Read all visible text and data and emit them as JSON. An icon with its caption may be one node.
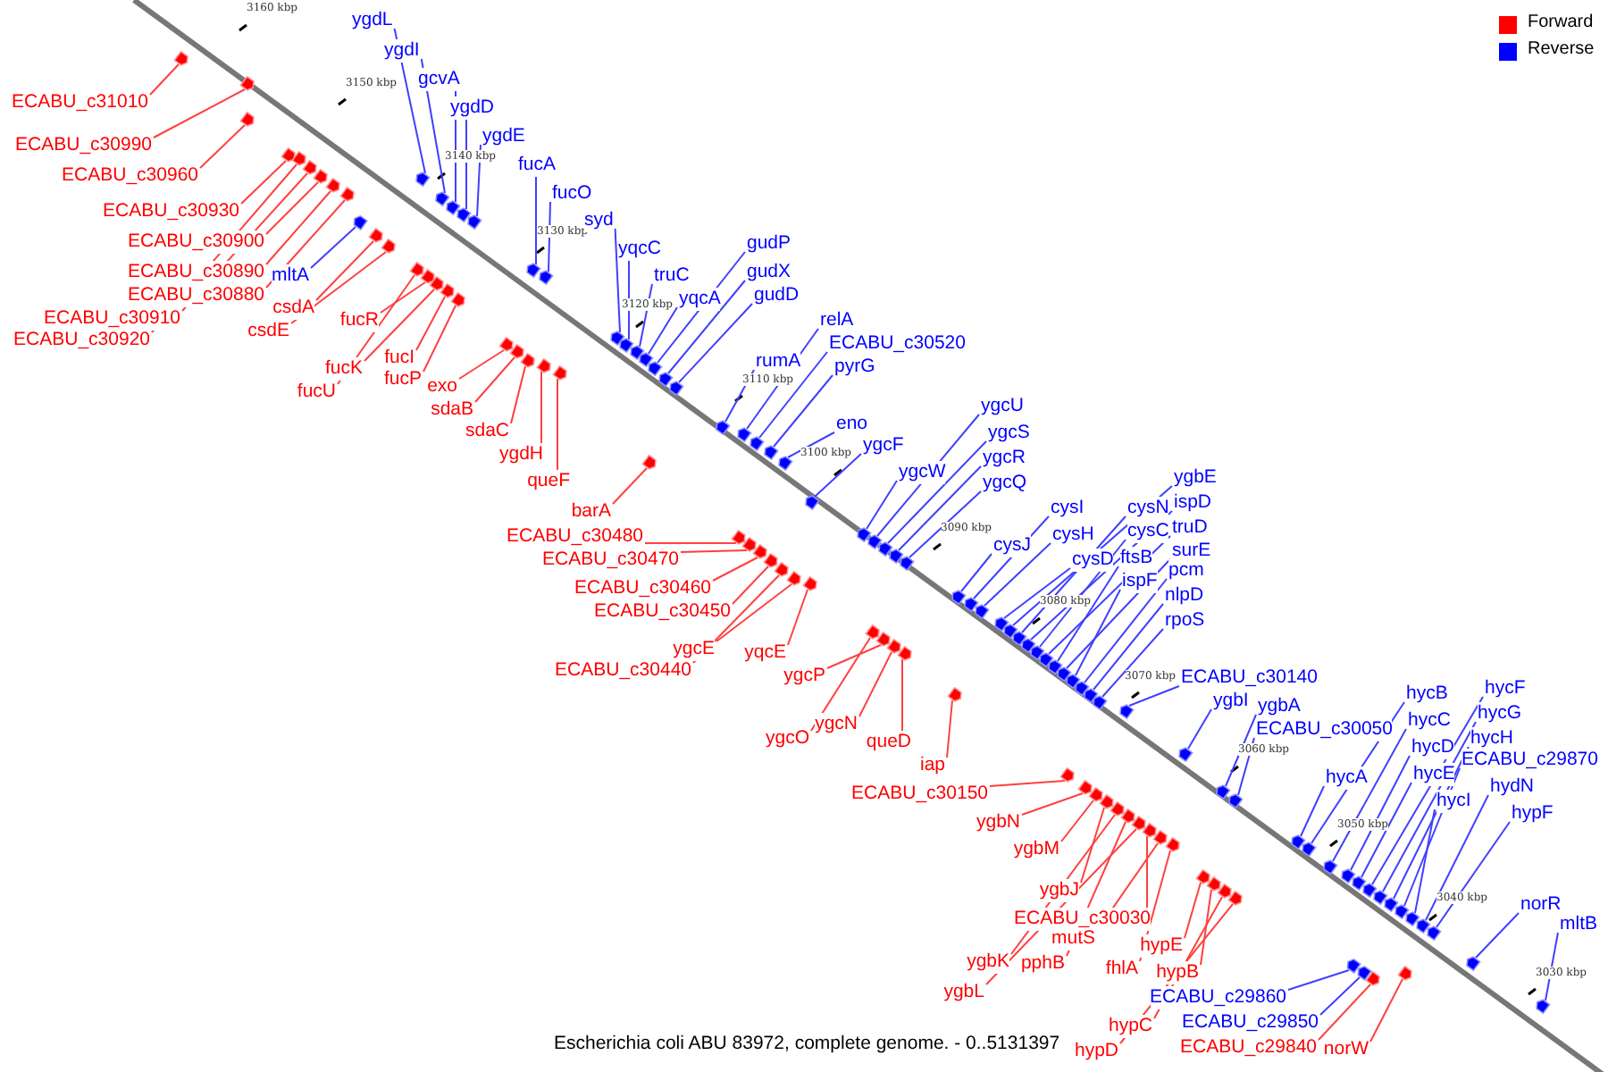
{
  "diagram": {
    "caption": "Escherichia coli ABU 83972, complete genome. - 0..5131397",
    "nodes": [
      {
        "text": [
          "ECABU_c31010"
        ]
      },
      {
        "text": [
          "ECABU_c30990"
        ]
      },
      {
        "text": [
          "ECABU_c30960"
        ]
      },
      {
        "text": [
          "ECABU_c30930"
        ]
      },
      {
        "text": [
          "ECABU_c30900"
        ]
      },
      {
        "text": [
          "ECABU_c30890"
        ]
      },
      {
        "text": [
          "ECABU_c30880"
        ]
      },
      {
        "text": [
          "ECABU_c30910"
        ]
      },
      {
        "text": [
          "ECABU_c30920"
        ]
      },
      {
        "text": [
          "mltA"
        ]
      },
      {
        "text": [
          "csdA"
        ]
      },
      {
        "text": [
          "csdE"
        ]
      },
      {
        "text": [
          "fucR"
        ]
      },
      {
        "text": [
          "fucK"
        ]
      },
      {
        "text": [
          "fucI"
        ]
      },
      {
        "text": [
          "fucP"
        ]
      },
      {
        "text": [
          "fucU"
        ]
      },
      {
        "text": [
          "exo"
        ]
      },
      {
        "text": [
          "sdaB"
        ]
      },
      {
        "text": [
          "sdaC"
        ]
      },
      {
        "text": [
          "ygdH"
        ]
      },
      {
        "text": [
          "queF"
        ]
      },
      {
        "text": [
          "barA"
        ]
      },
      {
        "text": [
          "ECABU_c30480"
        ]
      },
      {
        "text": [
          "ECABU_c30470"
        ]
      },
      {
        "text": [
          "ECABU_c30460"
        ]
      },
      {
        "text": [
          "ECABU_c30450"
        ]
      },
      {
        "text": [
          "ECABU_c30440"
        ]
      },
      {
        "text": [
          "ygcE"
        ]
      },
      {
        "text": [
          "yqcE"
        ]
      },
      {
        "text": [
          "ygcP"
        ]
      },
      {
        "text": [
          "ygcO"
        ]
      },
      {
        "text": [
          "ygcN"
        ]
      },
      {
        "text": [
          "queD"
        ]
      },
      {
        "text": [
          "iap"
        ]
      },
      {
        "text": [
          "ECABU_c30150"
        ]
      },
      {
        "text": [
          "ygbN"
        ]
      },
      {
        "text": [
          "ygbM"
        ]
      },
      {
        "text": [
          "ygbJ"
        ]
      },
      {
        "text": [
          "ECABU_c30030"
        ]
      },
      {
        "text": [
          "mutS"
        ]
      },
      {
        "text": [
          "pphB"
        ]
      },
      {
        "text": [
          "ygbK"
        ]
      },
      {
        "text": [
          "ygbL"
        ]
      },
      {
        "text": [
          "fhlA"
        ]
      },
      {
        "text": [
          "hypE"
        ]
      },
      {
        "text": [
          "hypB"
        ]
      },
      {
        "text": [
          "hypC"
        ]
      },
      {
        "text": [
          "hypD"
        ]
      },
      {
        "text": [
          "ECABU_c29860"
        ]
      },
      {
        "text": [
          "ECABU_c29850"
        ]
      },
      {
        "text": [
          "ECABU_c29840"
        ]
      },
      {
        "text": [
          "norW"
        ]
      },
      {
        "text": [
          "ygdL"
        ]
      },
      {
        "text": [
          "ygdI"
        ]
      },
      {
        "text": [
          "gcvA"
        ]
      },
      {
        "text": [
          "ygdD"
        ]
      },
      {
        "text": [
          "ygdE"
        ]
      },
      {
        "text": [
          "fucA"
        ]
      },
      {
        "text": [
          "fucO"
        ]
      },
      {
        "text": [
          "syd"
        ]
      },
      {
        "text": [
          "yqcC"
        ]
      },
      {
        "text": [
          "truC"
        ]
      },
      {
        "text": [
          "yqcA"
        ]
      },
      {
        "text": [
          "gudP"
        ]
      },
      {
        "text": [
          "gudX"
        ]
      },
      {
        "text": [
          "gudD"
        ]
      },
      {
        "text": [
          "rumA"
        ]
      },
      {
        "text": [
          "relA"
        ]
      },
      {
        "text": [
          "ECABU_c30520"
        ]
      },
      {
        "text": [
          "pyrG"
        ]
      },
      {
        "text": [
          "eno"
        ]
      },
      {
        "text": [
          "ygcF"
        ]
      },
      {
        "text": [
          "ygcW"
        ]
      },
      {
        "text": [
          "ygcU"
        ]
      },
      {
        "text": [
          "ygcS"
        ]
      },
      {
        "text": [
          "ygcR"
        ]
      },
      {
        "text": [
          "ygcQ"
        ]
      },
      {
        "text": [
          "cysI"
        ]
      },
      {
        "text": [
          "cysH"
        ]
      },
      {
        "text": [
          "cysJ"
        ]
      },
      {
        "text": [
          "cysD"
        ]
      },
      {
        "text": [
          "ygbE"
        ]
      },
      {
        "text": [
          "cysN"
        ]
      },
      {
        "text": [
          "ispD"
        ]
      },
      {
        "text": [
          "cysC"
        ]
      },
      {
        "text": [
          "truD"
        ]
      },
      {
        "text": [
          "ftsB"
        ]
      },
      {
        "text": [
          "surE"
        ]
      },
      {
        "text": [
          "ispF"
        ]
      },
      {
        "text": [
          "pcm"
        ]
      },
      {
        "text": [
          "nlpD"
        ]
      },
      {
        "text": [
          "rpoS"
        ]
      },
      {
        "text": [
          "ECABU_c30140"
        ]
      },
      {
        "text": [
          "ygbI"
        ]
      },
      {
        "text": [
          "ygbA"
        ]
      },
      {
        "text": [
          "ECABU_c30050"
        ]
      },
      {
        "text": [
          "hycA"
        ]
      },
      {
        "text": [
          "hycB"
        ]
      },
      {
        "text": [
          "hycC"
        ]
      },
      {
        "text": [
          "hycD"
        ]
      },
      {
        "text": [
          "hycE"
        ]
      },
      {
        "text": [
          "hycF"
        ]
      },
      {
        "text": [
          "hycG"
        ]
      },
      {
        "text": [
          "hycH"
        ]
      },
      {
        "text": [
          "ECABU_c29870"
        ]
      },
      {
        "text": [
          "hycI"
        ]
      },
      {
        "text": [
          "hydN"
        ]
      },
      {
        "text": [
          "hypF"
        ]
      },
      {
        "text": [
          "norR"
        ]
      },
      {
        "text": [
          "mltB"
        ]
      },
      {
        "text": [],
        "shape": "box"
      },
      {
        "text": [],
        "shape": "box"
      },
      {
        "text": [],
        "shape": "box"
      },
      {
        "text": [],
        "shape": "box"
      },
      {
        "text": [],
        "shape": "box"
      },
      {
        "text": [],
        "shape": "box"
      },
      {
        "text": [],
        "shape": "box"
      },
      {
        "text": [],
        "shape": "box"
      },
      {
        "text": [],
        "shape": "box"
      },
      {
        "text": [],
        "shape": "box"
      },
      {
        "text": [],
        "shape": "box"
      },
      {
        "text": [],
        "shape": "box"
      },
      {
        "text": [],
        "shape": "box"
      },
      {
        "text": [],
        "shape": "box"
      },
      {
        "text": [],
        "shape": "box"
      },
      {
        "text": [],
        "shape": "box"
      },
      {
        "text": [],
        "shape": "box"
      },
      {
        "text": [],
        "shape": "box"
      },
      {
        "text": [],
        "shape": "box"
      },
      {
        "text": [],
        "shape": "box"
      },
      {
        "text": [],
        "shape": "box"
      },
      {
        "text": [],
        "shape": "box"
      },
      {
        "text": [],
        "shape": "box"
      },
      {
        "text": [],
        "shape": "box"
      },
      {
        "text": [],
        "shape": "box"
      },
      {
        "text": [],
        "shape": "box"
      },
      {
        "text": [],
        "shape": "box"
      },
      {
        "text": [],
        "shape": "box"
      },
      {
        "text": [],
        "shape": "box"
      },
      {
        "text": [],
        "shape": "box"
      },
      {
        "text": [],
        "shape": "box"
      },
      {
        "text": [],
        "shape": "box"
      },
      {
        "text": [],
        "shape": "box"
      },
      {
        "text": [],
        "shape": "box"
      },
      {
        "text": [],
        "shape": "box"
      },
      {
        "text": [],
        "shape": "box"
      },
      {
        "text": [],
        "shape": "box"
      },
      {
        "text": [],
        "shape": "box"
      },
      {
        "text": [],
        "shape": "box"
      },
      {
        "text": [],
        "shape": "box"
      },
      {
        "text": [],
        "shape": "box"
      },
      {
        "text": [],
        "shape": "box"
      },
      {
        "text": [],
        "shape": "box"
      },
      {
        "text": [],
        "shape": "box"
      },
      {
        "text": [],
        "shape": "box"
      },
      {
        "text": [],
        "shape": "box"
      },
      {
        "text": [],
        "shape": "box"
      },
      {
        "text": [],
        "shape": "box"
      },
      {
        "text": [],
        "shape": "box"
      },
      {
        "text": [],
        "shape": "box"
      },
      {
        "text": [],
        "shape": "box"
      },
      {
        "text": [],
        "shape": "box"
      },
      {
        "text": [],
        "shape": "box"
      },
      {
        "text": [],
        "shape": "box"
      },
      {
        "text": [],
        "shape": "box"
      },
      {
        "text": [],
        "shape": "box"
      },
      {
        "text": [],
        "shape": "box"
      },
      {
        "text": [],
        "shape": "box"
      },
      {
        "text": [],
        "shape": "box"
      },
      {
        "text": [],
        "shape": "box"
      },
      {
        "text": [],
        "shape": "box"
      },
      {
        "text": [],
        "shape": "box"
      },
      {
        "text": [],
        "shape": "box"
      },
      {
        "text": [],
        "shape": "box"
      },
      {
        "text": [],
        "shape": "box"
      },
      {
        "text": [],
        "shape": "box"
      },
      {
        "text": [],
        "shape": "box"
      },
      {
        "text": [],
        "shape": "box"
      },
      {
        "text": [],
        "shape": "box"
      },
      {
        "text": [],
        "shape": "box"
      },
      {
        "text": [],
        "shape": "box"
      },
      {
        "text": [],
        "shape": "box"
      },
      {
        "text": [],
        "shape": "box"
      },
      {
        "text": [],
        "shape": "box"
      },
      {
        "text": [],
        "shape": "box"
      },
      {
        "text": [],
        "shape": "box"
      },
      {
        "text": [],
        "shape": "box"
      },
      {
        "text": [],
        "shape": "box"
      },
      {
        "text": [],
        "shape": "box"
      },
      {
        "text": [],
        "shape": "box"
      },
      {
        "text": [],
        "shape": "box"
      },
      {
        "text": [],
        "shape": "box"
      },
      {
        "text": [],
        "shape": "box"
      },
      {
        "text": [],
        "shape": "box"
      },
      {
        "text": [],
        "shape": "box"
      },
      {
        "text": [],
        "shape": "box"
      },
      {
        "text": [],
        "shape": "box"
      },
      {
        "text": [],
        "shape": "box"
      },
      {
        "text": [],
        "shape": "box"
      },
      {
        "text": [],
        "shape": "box"
      },
      {
        "text": [],
        "shape": "box"
      },
      {
        "text": [],
        "shape": "box"
      },
      {
        "text": [],
        "shape": "box"
      },
      {
        "text": [],
        "shape": "box"
      },
      {
        "text": [],
        "shape": "box"
      },
      {
        "text": [],
        "shape": "box"
      },
      {
        "text": [],
        "shape": "box"
      },
      {
        "text": [],
        "shape": "box"
      },
      {
        "text": [],
        "shape": "box"
      },
      {
        "text": [],
        "shape": "box"
      },
      {
        "text": [],
        "shape": "box"
      },
      {
        "text": [],
        "shape": "box"
      },
      {
        "text": [],
        "shape": "box"
      },
      {
        "text": [],
        "shape": "box"
      },
      {
        "text": [],
        "shape": "box"
      },
      {
        "text": [],
        "shape": "box"
      },
      {
        "text": [],
        "shape": "box"
      },
      {
        "text": [],
        "shape": "box"
      },
      {
        "text": [],
        "shape": "box"
      },
      {
        "text": [],
        "shape": "box"
      },
      {
        "text": [],
        "shape": "box"
      }
    ],
    "edges": [
      {
        "from": 0,
        "to": 111,
        "arrow": "none",
        "color": "#ff4040"
      },
      {
        "from": 1,
        "to": 112,
        "arrow": "none",
        "color": "#ff4040"
      },
      {
        "from": 2,
        "to": 113,
        "arrow": "none",
        "color": "#ff4040"
      },
      {
        "from": 3,
        "to": 114,
        "arrow": "none",
        "color": "#ff4040"
      },
      {
        "from": 4,
        "to": 115,
        "arrow": "none",
        "color": "#ff4040"
      },
      {
        "from": 5,
        "to": 116,
        "arrow": "none",
        "color": "#ff4040"
      },
      {
        "from": 6,
        "to": 117,
        "arrow": "none",
        "color": "#ff4040"
      },
      {
        "from": 7,
        "to": 118,
        "arrow": "none",
        "color": "#ff4040"
      },
      {
        "from": 8,
        "to": 119,
        "arrow": "none",
        "color": "#ff4040"
      },
      {
        "from": 9,
        "to": 120,
        "arrow": "none",
        "color": "#4040ff"
      },
      {
        "from": 10,
        "to": 121,
        "arrow": "none",
        "color": "#ff4040"
      },
      {
        "from": 11,
        "to": 122,
        "arrow": "none",
        "color": "#ff4040"
      },
      {
        "from": 12,
        "to": 123,
        "arrow": "none",
        "color": "#ff4040"
      },
      {
        "from": 13,
        "to": 124,
        "arrow": "none",
        "color": "#ff4040"
      },
      {
        "from": 14,
        "to": 125,
        "arrow": "none",
        "color": "#ff4040"
      },
      {
        "from": 15,
        "to": 126,
        "arrow": "none",
        "color": "#ff4040"
      },
      {
        "from": 16,
        "to": 127,
        "arrow": "none",
        "color": "#ff4040"
      },
      {
        "from": 17,
        "to": 128,
        "arrow": "none",
        "color": "#ff4040"
      },
      {
        "from": 18,
        "to": 129,
        "arrow": "none",
        "color": "#ff4040"
      },
      {
        "from": 19,
        "to": 130,
        "arrow": "none",
        "color": "#ff4040"
      },
      {
        "from": 20,
        "to": 131,
        "arrow": "none",
        "color": "#ff4040"
      },
      {
        "from": 21,
        "to": 132,
        "arrow": "none",
        "color": "#ff4040"
      },
      {
        "from": 22,
        "to": 133,
        "arrow": "none",
        "color": "#ff4040"
      },
      {
        "from": 23,
        "to": 134,
        "arrow": "none",
        "color": "#ff4040"
      },
      {
        "from": 24,
        "to": 135,
        "arrow": "none",
        "color": "#ff4040"
      },
      {
        "from": 25,
        "to": 136,
        "arrow": "none",
        "color": "#ff4040"
      },
      {
        "from": 26,
        "to": 137,
        "arrow": "none",
        "color": "#ff4040"
      },
      {
        "from": 27,
        "to": 138,
        "arrow": "none",
        "color": "#ff4040"
      },
      {
        "from": 28,
        "to": 139,
        "arrow": "none",
        "color": "#ff4040"
      },
      {
        "from": 29,
        "to": 140,
        "arrow": "none",
        "color": "#ff4040"
      },
      {
        "from": 30,
        "to": 141,
        "arrow": "none",
        "color": "#ff4040"
      },
      {
        "from": 31,
        "to": 142,
        "arrow": "none",
        "color": "#ff4040"
      },
      {
        "from": 32,
        "to": 143,
        "arrow": "none",
        "color": "#ff4040"
      },
      {
        "from": 33,
        "to": 144,
        "arrow": "none",
        "color": "#ff4040"
      },
      {
        "from": 34,
        "to": 145,
        "arrow": "none",
        "color": "#ff4040"
      },
      {
        "from": 35,
        "to": 146,
        "arrow": "none",
        "color": "#ff4040"
      },
      {
        "from": 36,
        "to": 147,
        "arrow": "none",
        "color": "#ff4040"
      },
      {
        "from": 37,
        "to": 148,
        "arrow": "none",
        "color": "#ff4040"
      },
      {
        "from": 38,
        "to": 149,
        "arrow": "none",
        "color": "#ff4040"
      },
      {
        "from": 39,
        "to": 150,
        "arrow": "none",
        "color": "#ff4040"
      },
      {
        "from": 40,
        "to": 151,
        "arrow": "none",
        "color": "#ff4040"
      },
      {
        "from": 41,
        "to": 152,
        "arrow": "none",
        "color": "#ff4040"
      },
      {
        "from": 42,
        "to": 153,
        "arrow": "none",
        "color": "#ff4040"
      },
      {
        "from": 43,
        "to": 154,
        "arrow": "none",
        "color": "#ff4040"
      },
      {
        "from": 44,
        "to": 155,
        "arrow": "none",
        "color": "#ff4040"
      },
      {
        "from": 45,
        "to": 156,
        "arrow": "none",
        "color": "#ff4040"
      },
      {
        "from": 46,
        "to": 157,
        "arrow": "none",
        "color": "#ff4040"
      },
      {
        "from": 47,
        "to": 158,
        "arrow": "none",
        "color": "#ff4040"
      },
      {
        "from": 48,
        "to": 159,
        "arrow": "none",
        "color": "#ff4040"
      },
      {
        "from": 49,
        "to": 160,
        "arrow": "none",
        "color": "#4040ff"
      },
      {
        "from": 50,
        "to": 161,
        "arrow": "none",
        "color": "#4040ff"
      },
      {
        "from": 51,
        "to": 162,
        "arrow": "none",
        "color": "#ff4040"
      },
      {
        "from": 52,
        "to": 163,
        "arrow": "none",
        "color": "#ff4040"
      },
      {
        "from": 53,
        "to": 164,
        "arrow": "none",
        "color": "#4040ff"
      },
      {
        "from": 54,
        "to": 165,
        "arrow": "none",
        "color": "#4040ff"
      },
      {
        "from": 55,
        "to": 166,
        "arrow": "none",
        "color": "#4040ff"
      },
      {
        "from": 56,
        "to": 167,
        "arrow": "none",
        "color": "#4040ff"
      },
      {
        "from": 57,
        "to": 168,
        "arrow": "none",
        "color": "#4040ff"
      },
      {
        "from": 58,
        "to": 169,
        "arrow": "none",
        "color": "#4040ff"
      },
      {
        "from": 59,
        "to": 170,
        "arrow": "none",
        "color": "#4040ff"
      },
      {
        "from": 60,
        "to": 171,
        "arrow": "none",
        "color": "#4040ff"
      },
      {
        "from": 61,
        "to": 172,
        "arrow": "none",
        "color": "#4040ff"
      },
      {
        "from": 62,
        "to": 173,
        "arrow": "none",
        "color": "#4040ff"
      },
      {
        "from": 63,
        "to": 174,
        "arrow": "none",
        "color": "#4040ff"
      },
      {
        "from": 64,
        "to": 175,
        "arrow": "none",
        "color": "#4040ff"
      },
      {
        "from": 65,
        "to": 176,
        "arrow": "none",
        "color": "#4040ff"
      },
      {
        "from": 66,
        "to": 177,
        "arrow": "none",
        "color": "#4040ff"
      },
      {
        "from": 67,
        "to": 178,
        "arrow": "none",
        "color": "#4040ff"
      },
      {
        "from": 68,
        "to": 179,
        "arrow": "none",
        "color": "#4040ff"
      },
      {
        "from": 69,
        "to": 180,
        "arrow": "none",
        "color": "#4040ff"
      },
      {
        "from": 70,
        "to": 181,
        "arrow": "none",
        "color": "#4040ff"
      },
      {
        "from": 71,
        "to": 182,
        "arrow": "none",
        "color": "#4040ff"
      },
      {
        "from": 72,
        "to": 183,
        "arrow": "none",
        "color": "#4040ff"
      },
      {
        "from": 73,
        "to": 184,
        "arrow": "none",
        "color": "#4040ff"
      },
      {
        "from": 74,
        "to": 185,
        "arrow": "none",
        "color": "#4040ff"
      },
      {
        "from": 75,
        "to": 186,
        "arrow": "none",
        "color": "#4040ff"
      },
      {
        "from": 76,
        "to": 187,
        "arrow": "none",
        "color": "#4040ff"
      },
      {
        "from": 77,
        "to": 188,
        "arrow": "none",
        "color": "#4040ff"
      },
      {
        "from": 78,
        "to": 189,
        "arrow": "none",
        "color": "#4040ff"
      },
      {
        "from": 79,
        "to": 190,
        "arrow": "none",
        "color": "#4040ff"
      },
      {
        "from": 80,
        "to": 191,
        "arrow": "none",
        "color": "#4040ff"
      },
      {
        "from": 81,
        "to": 192,
        "arrow": "none",
        "color": "#4040ff"
      },
      {
        "from": 82,
        "to": 193,
        "arrow": "none",
        "color": "#4040ff"
      },
      {
        "from": 83,
        "to": 194,
        "arrow": "none",
        "color": "#4040ff"
      },
      {
        "from": 84,
        "to": 195,
        "arrow": "none",
        "color": "#4040ff"
      },
      {
        "from": 85,
        "to": 196,
        "arrow": "none",
        "color": "#4040ff"
      },
      {
        "from": 86,
        "to": 197,
        "arrow": "none",
        "color": "#4040ff"
      },
      {
        "from": 87,
        "to": 198,
        "arrow": "none",
        "color": "#4040ff"
      },
      {
        "from": 88,
        "to": 199,
        "arrow": "none",
        "color": "#4040ff"
      },
      {
        "from": 89,
        "to": 200,
        "arrow": "none",
        "color": "#4040ff"
      },
      {
        "from": 90,
        "to": 201,
        "arrow": "none",
        "color": "#4040ff"
      },
      {
        "from": 91,
        "to": 202,
        "arrow": "none",
        "color": "#4040ff"
      },
      {
        "from": 92,
        "to": 203,
        "arrow": "none",
        "color": "#4040ff"
      },
      {
        "from": 93,
        "to": 204,
        "arrow": "none",
        "color": "#4040ff"
      },
      {
        "from": 94,
        "to": 205,
        "arrow": "none",
        "color": "#4040ff"
      },
      {
        "from": 95,
        "to": 206,
        "arrow": "none",
        "color": "#4040ff"
      },
      {
        "from": 96,
        "to": 207,
        "arrow": "none",
        "color": "#4040ff"
      },
      {
        "from": 97,
        "to": 208,
        "arrow": "none",
        "color": "#4040ff"
      },
      {
        "from": 98,
        "to": 209,
        "arrow": "none",
        "color": "#4040ff"
      },
      {
        "from": 99,
        "to": 210,
        "arrow": "none",
        "color": "#4040ff"
      },
      {
        "from": 100,
        "to": 211,
        "arrow": "none",
        "color": "#4040ff"
      },
      {
        "from": 101,
        "to": 212,
        "arrow": "none",
        "color": "#4040ff"
      },
      {
        "from": 102,
        "to": 213,
        "arrow": "none",
        "color": "#4040ff"
      },
      {
        "from": 103,
        "to": 214,
        "arrow": "none",
        "color": "#4040ff"
      },
      {
        "from": 104,
        "to": 215,
        "arrow": "none",
        "color": "#4040ff"
      },
      {
        "from": 105,
        "to": 216,
        "arrow": "none",
        "color": "#4040ff"
      },
      {
        "from": 106,
        "to": 217,
        "arrow": "none",
        "color": "#4040ff"
      },
      {
        "from": 107,
        "to": 218,
        "arrow": "none",
        "color": "#4040ff"
      },
      {
        "from": 108,
        "to": 219,
        "arrow": "none",
        "color": "#4040ff"
      },
      {
        "from": 109,
        "to": 220,
        "arrow": "none",
        "color": "#4040ff"
      },
      {
        "from": 110,
        "to": 221,
        "arrow": "none",
        "color": "#4040ff"
      }
    ],
    "labels": [
      "3160 kbp",
      "3150 kbp",
      "3140 kbp",
      "3130 kbp",
      "3120 kbp",
      "3110 kbp",
      "3100 kbp",
      "3090 kbp",
      "3080 kbp",
      "3070 kbp",
      "3060 kbp",
      "3050 kbp",
      "3040 kbp",
      "3030 kbp"
    ],
    "legend": [
      {
        "text": "Forward",
        "color": "#ff0000"
      },
      {
        "text": "Reverse",
        "color": "#0000ff"
      }
    ]
  }
}
